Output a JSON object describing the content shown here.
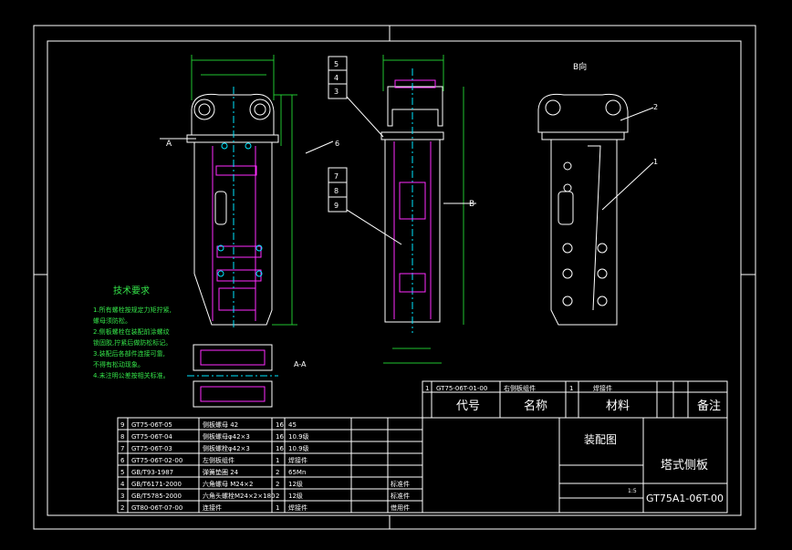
{
  "title_block": {
    "sheet_title": "装配图",
    "drawing_name": "塔式侧板",
    "drawing_number": "GT75A1-06T-00",
    "header_code": "代号",
    "header_name": "名称",
    "header_material": "材料",
    "header_remark": "备注",
    "small_codes": "1:5"
  },
  "parts_top": [
    {
      "idx": "1",
      "code": "GT75-06T-01-00",
      "name": "右侧板组件",
      "qty": "1",
      "mat": "焊接件"
    }
  ],
  "parts": [
    {
      "idx": "9",
      "code": "GT75-06T-05",
      "name": "侧板螺母 42",
      "qty": "16",
      "mat": "45"
    },
    {
      "idx": "8",
      "code": "GT75-06T-04",
      "name": "侧板螺母φ42×3",
      "qty": "16",
      "mat": "10.9级"
    },
    {
      "idx": "7",
      "code": "GT75-06T-03",
      "name": "侧板螺栓φ42×3",
      "qty": "16",
      "mat": "10.9级"
    },
    {
      "idx": "6",
      "code": "GT75-06T-02-00",
      "name": "左侧板组件",
      "qty": "1",
      "mat": "焊接件"
    },
    {
      "idx": "5",
      "code": "GB/T93-1987",
      "name": "弹簧垫圈 24",
      "qty": "2",
      "mat": "65Mn"
    },
    {
      "idx": "4",
      "code": "GB/T6171-2000",
      "name": "六角螺母 M24×2",
      "qty": "2",
      "mat": "12级",
      "remark": "标准件"
    },
    {
      "idx": "3",
      "code": "GB/T5785-2000",
      "name": "六角头螺栓M24×2×180",
      "qty": "2",
      "mat": "12级",
      "remark": "标准件"
    },
    {
      "idx": "2",
      "code": "GT80-06T-07-00",
      "name": "连接件",
      "qty": "1",
      "mat": "焊接件",
      "remark": "借用件"
    }
  ],
  "technical_requirements": {
    "title": "技术要求",
    "lines": [
      "1.所有螺栓按规定力矩拧紧,",
      "螺母须防松。",
      "2.侧板螺栓在装配前涂螺纹",
      "锁固胶,拧紧后做防松标记。",
      "3.装配后各部件连接可靠,",
      "不得有松动现象。",
      "4.未注明公差按相关标准。"
    ]
  },
  "labels": {
    "view_b": "B向",
    "section": "A-A",
    "b": "B",
    "a": "A",
    "callouts": [
      "1",
      "2",
      "3",
      "4",
      "5",
      "6",
      "7",
      "8",
      "9"
    ]
  },
  "colors": {
    "frame": "#ffffff",
    "outline": "#ffffff",
    "dim": "#21c531",
    "part": "#ff2dff",
    "center": "#00e6ff"
  }
}
